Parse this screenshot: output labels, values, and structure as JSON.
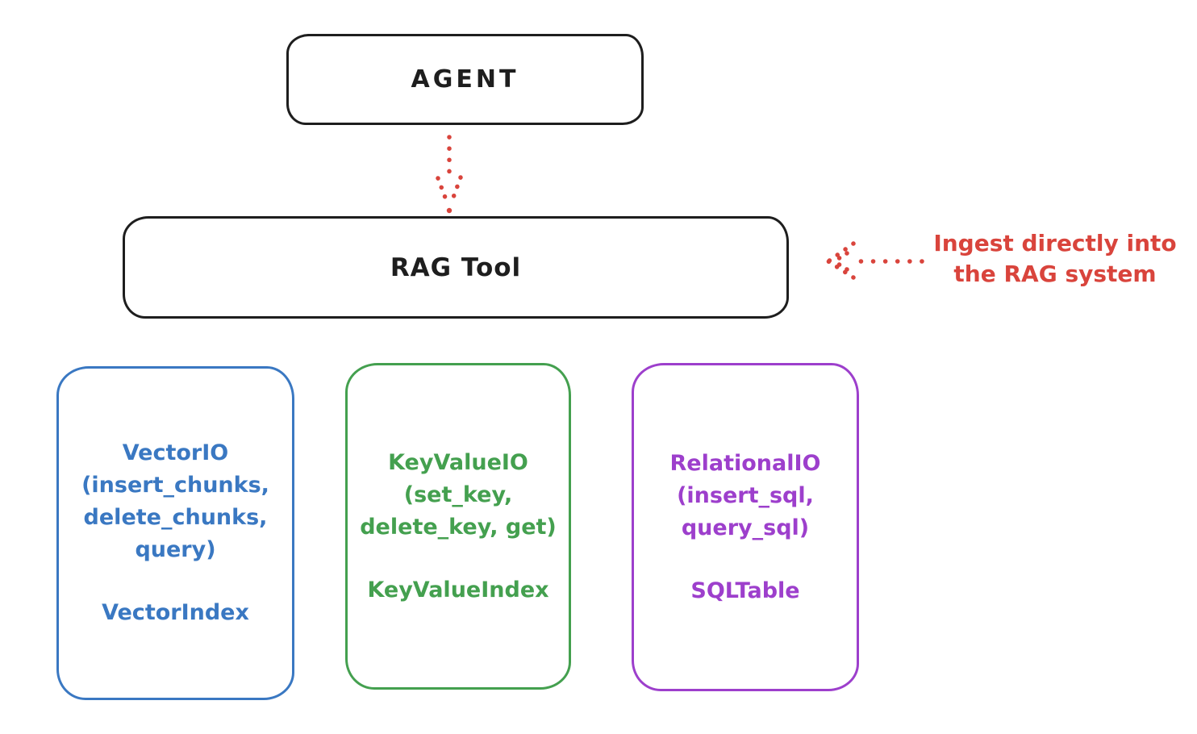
{
  "agent": {
    "label": "AGENT"
  },
  "rag_tool": {
    "label": "RAG Tool"
  },
  "annotation": {
    "line1": "Ingest directly into",
    "line2": "the RAG system"
  },
  "cards": [
    {
      "name": "vector-io",
      "lines": [
        "VectorIO",
        "(insert_chunks,",
        "delete_chunks,",
        "query)"
      ],
      "footer": "VectorIndex",
      "color": "#3a78c2"
    },
    {
      "name": "key-value-io",
      "lines": [
        "KeyValueIO",
        "(set_key,",
        "delete_key, get)"
      ],
      "footer": "KeyValueIndex",
      "color": "#44a04f"
    },
    {
      "name": "relational-io",
      "lines": [
        "RelationalIO",
        "(insert_sql,",
        "query_sql)"
      ],
      "footer": "SQLTable",
      "color": "#9d3fcc"
    }
  ],
  "colors": {
    "ink": "#1e1e1e",
    "accent_red": "#d9443c",
    "blue": "#3a78c2",
    "green": "#44a04f",
    "purple": "#9d3fcc",
    "background": "#ffffff"
  }
}
